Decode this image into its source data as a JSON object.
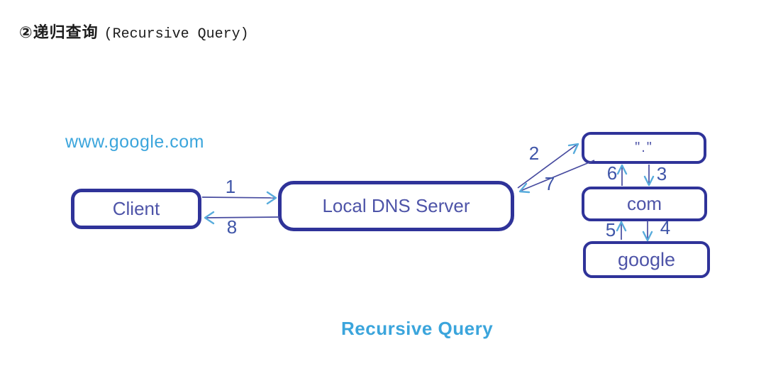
{
  "title": {
    "zh": "②递归查询",
    "en": "(Recursive Query)"
  },
  "query_label": "www.google.com",
  "caption": "Recursive Query",
  "nodes": {
    "client": "Client",
    "local_dns": "Local DNS Server",
    "root": "\".\"",
    "com": "com",
    "google": "google"
  },
  "edges": {
    "e1": {
      "label": "1",
      "from": "client",
      "to": "local_dns"
    },
    "e2": {
      "label": "2",
      "from": "local_dns",
      "to": "root"
    },
    "e3": {
      "label": "3",
      "from": "root",
      "to": "com"
    },
    "e4": {
      "label": "4",
      "from": "com",
      "to": "google"
    },
    "e5": {
      "label": "5",
      "from": "google",
      "to": "com"
    },
    "e6": {
      "label": "6",
      "from": "com",
      "to": "root"
    },
    "e7": {
      "label": "7",
      "from": "root",
      "to": "local_dns"
    },
    "e8": {
      "label": "8",
      "from": "local_dns",
      "to": "client"
    }
  },
  "colors": {
    "node_border": "#2f3399",
    "node_text": "#4e54a8",
    "arrow_line": "#474b9f",
    "arrowhead": "#58acdc",
    "edge_number": "#3f55a8",
    "accent_cyan": "#3ba5dc",
    "title_text": "#1c1c1c"
  }
}
